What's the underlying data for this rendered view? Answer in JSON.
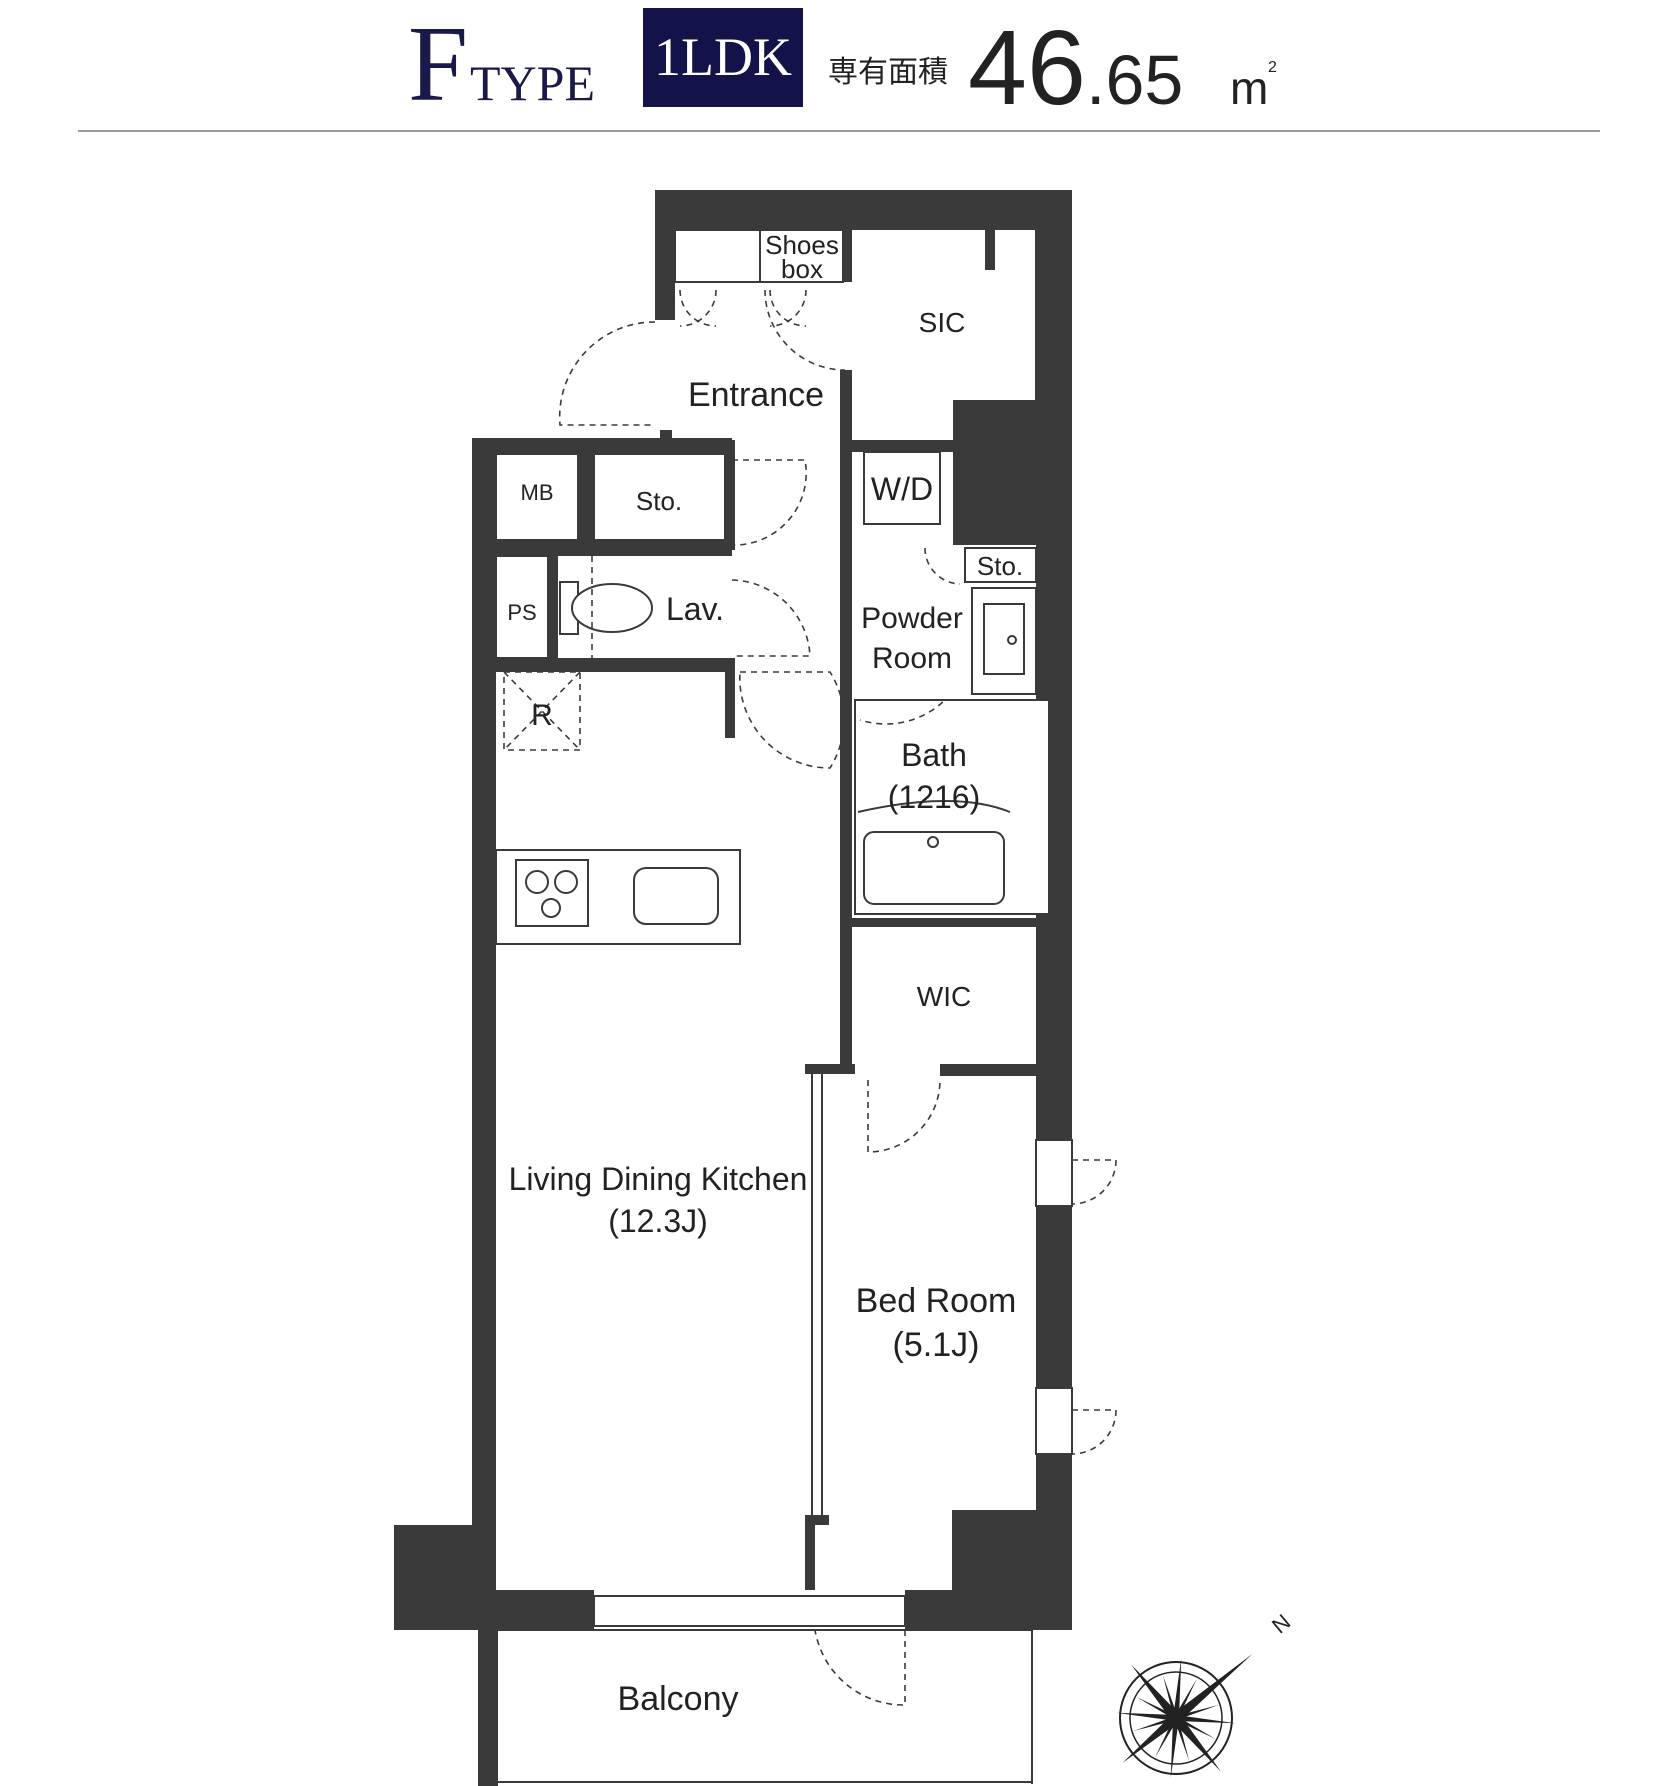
{
  "header": {
    "type_letter": "F",
    "type_word": "TYPE",
    "layout_badge": "1LDK",
    "area_label": "専有面積",
    "area_value_int": "46",
    "area_value_dec": ".65",
    "area_unit": "m",
    "area_unit_sup": "2",
    "badge_color": "#13134a",
    "title_color": "#1a1a4a"
  },
  "rooms": {
    "shoes_box_line1": "Shoes",
    "shoes_box_line2": "box",
    "sic": "SIC",
    "entrance": "Entrance",
    "mb": "MB",
    "storage_1": "Sto.",
    "wd": "W/D",
    "storage_2": "Sto.",
    "ps": "PS",
    "lavatory": "Lav.",
    "powder_room_line1": "Powder",
    "powder_room_line2": "Room",
    "refrigerator": "R",
    "bath": "Bath",
    "bath_size": "(1216)",
    "wic": "WIC",
    "ldk": "Living Dining Kitchen",
    "ldk_size": "(12.3J)",
    "bedroom": "Bed Room",
    "bedroom_size": "(5.1J)",
    "balcony": "Balcony"
  },
  "compass": {
    "north_label": "N",
    "icon": "compass-rose-icon"
  },
  "colors": {
    "wall": "#3a3a3a",
    "divider": "#9a9a9a"
  }
}
